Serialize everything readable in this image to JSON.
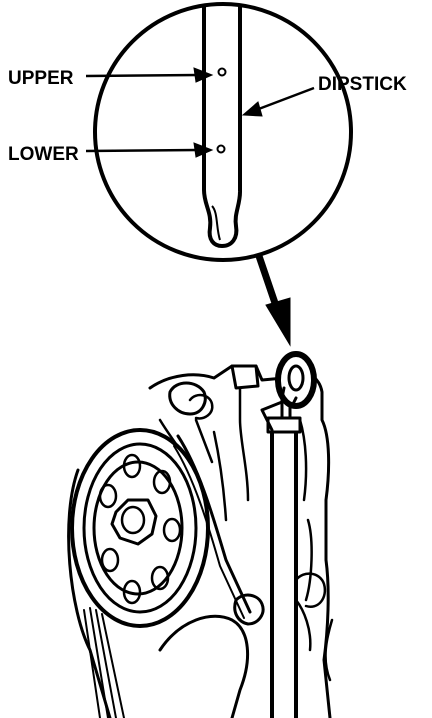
{
  "diagram": {
    "labels": {
      "upper": "UPPER",
      "lower": "LOWER",
      "dipstick": "DIPSTICK"
    },
    "colors": {
      "ink": "#000000",
      "paper": "#ffffff"
    }
  }
}
